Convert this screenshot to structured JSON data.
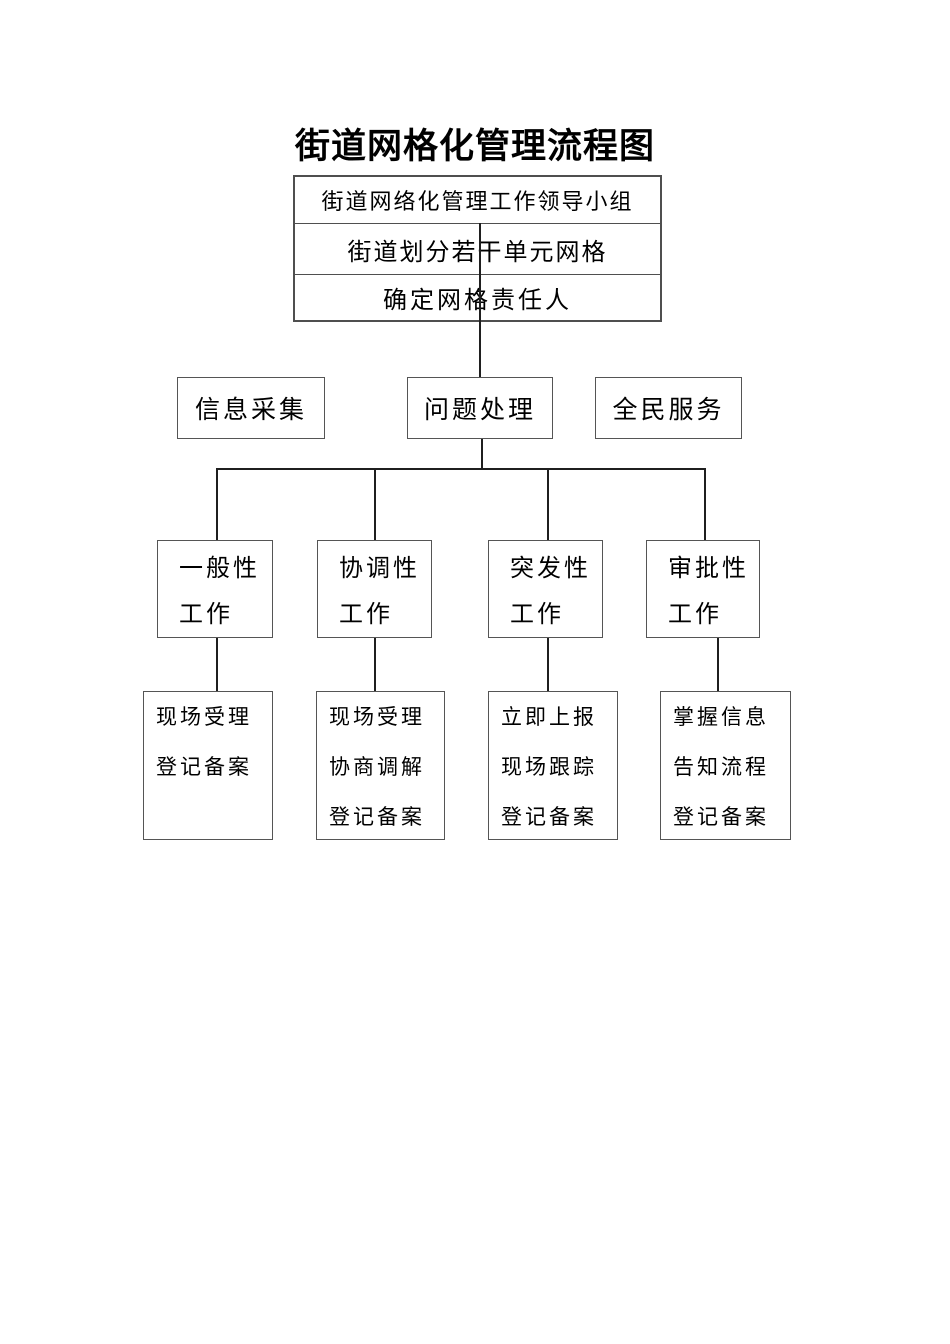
{
  "page": {
    "title": "街道网格化管理流程图"
  },
  "colors": {
    "background": "#ffffff",
    "text": "#000000",
    "box_border": "#555555",
    "connector": "#1f1f1f"
  },
  "top_group": {
    "rows": [
      {
        "label": "街道网络化管理工作领导小组"
      },
      {
        "label": "街道划分若干单元网格"
      },
      {
        "label": "确定网格责任人"
      }
    ]
  },
  "mid_row": {
    "boxes": [
      {
        "label": "信息采集"
      },
      {
        "label": "问题处理"
      },
      {
        "label": "全民服务"
      }
    ]
  },
  "work_row": {
    "boxes": [
      {
        "lines": [
          "一般性",
          "工作"
        ]
      },
      {
        "lines": [
          "协调性",
          "工作"
        ]
      },
      {
        "lines": [
          "突发性",
          "工作"
        ]
      },
      {
        "lines": [
          "审批性",
          "工作"
        ]
      }
    ]
  },
  "bottom_row": {
    "boxes": [
      {
        "lines": [
          "现场受理",
          "登记备案"
        ]
      },
      {
        "lines": [
          "现场受理",
          "协商调解",
          "登记备案"
        ]
      },
      {
        "lines": [
          "立即上报",
          "现场跟踪",
          "登记备案"
        ]
      },
      {
        "lines": [
          "掌握信息",
          "告知流程",
          "登记备案"
        ]
      }
    ]
  }
}
